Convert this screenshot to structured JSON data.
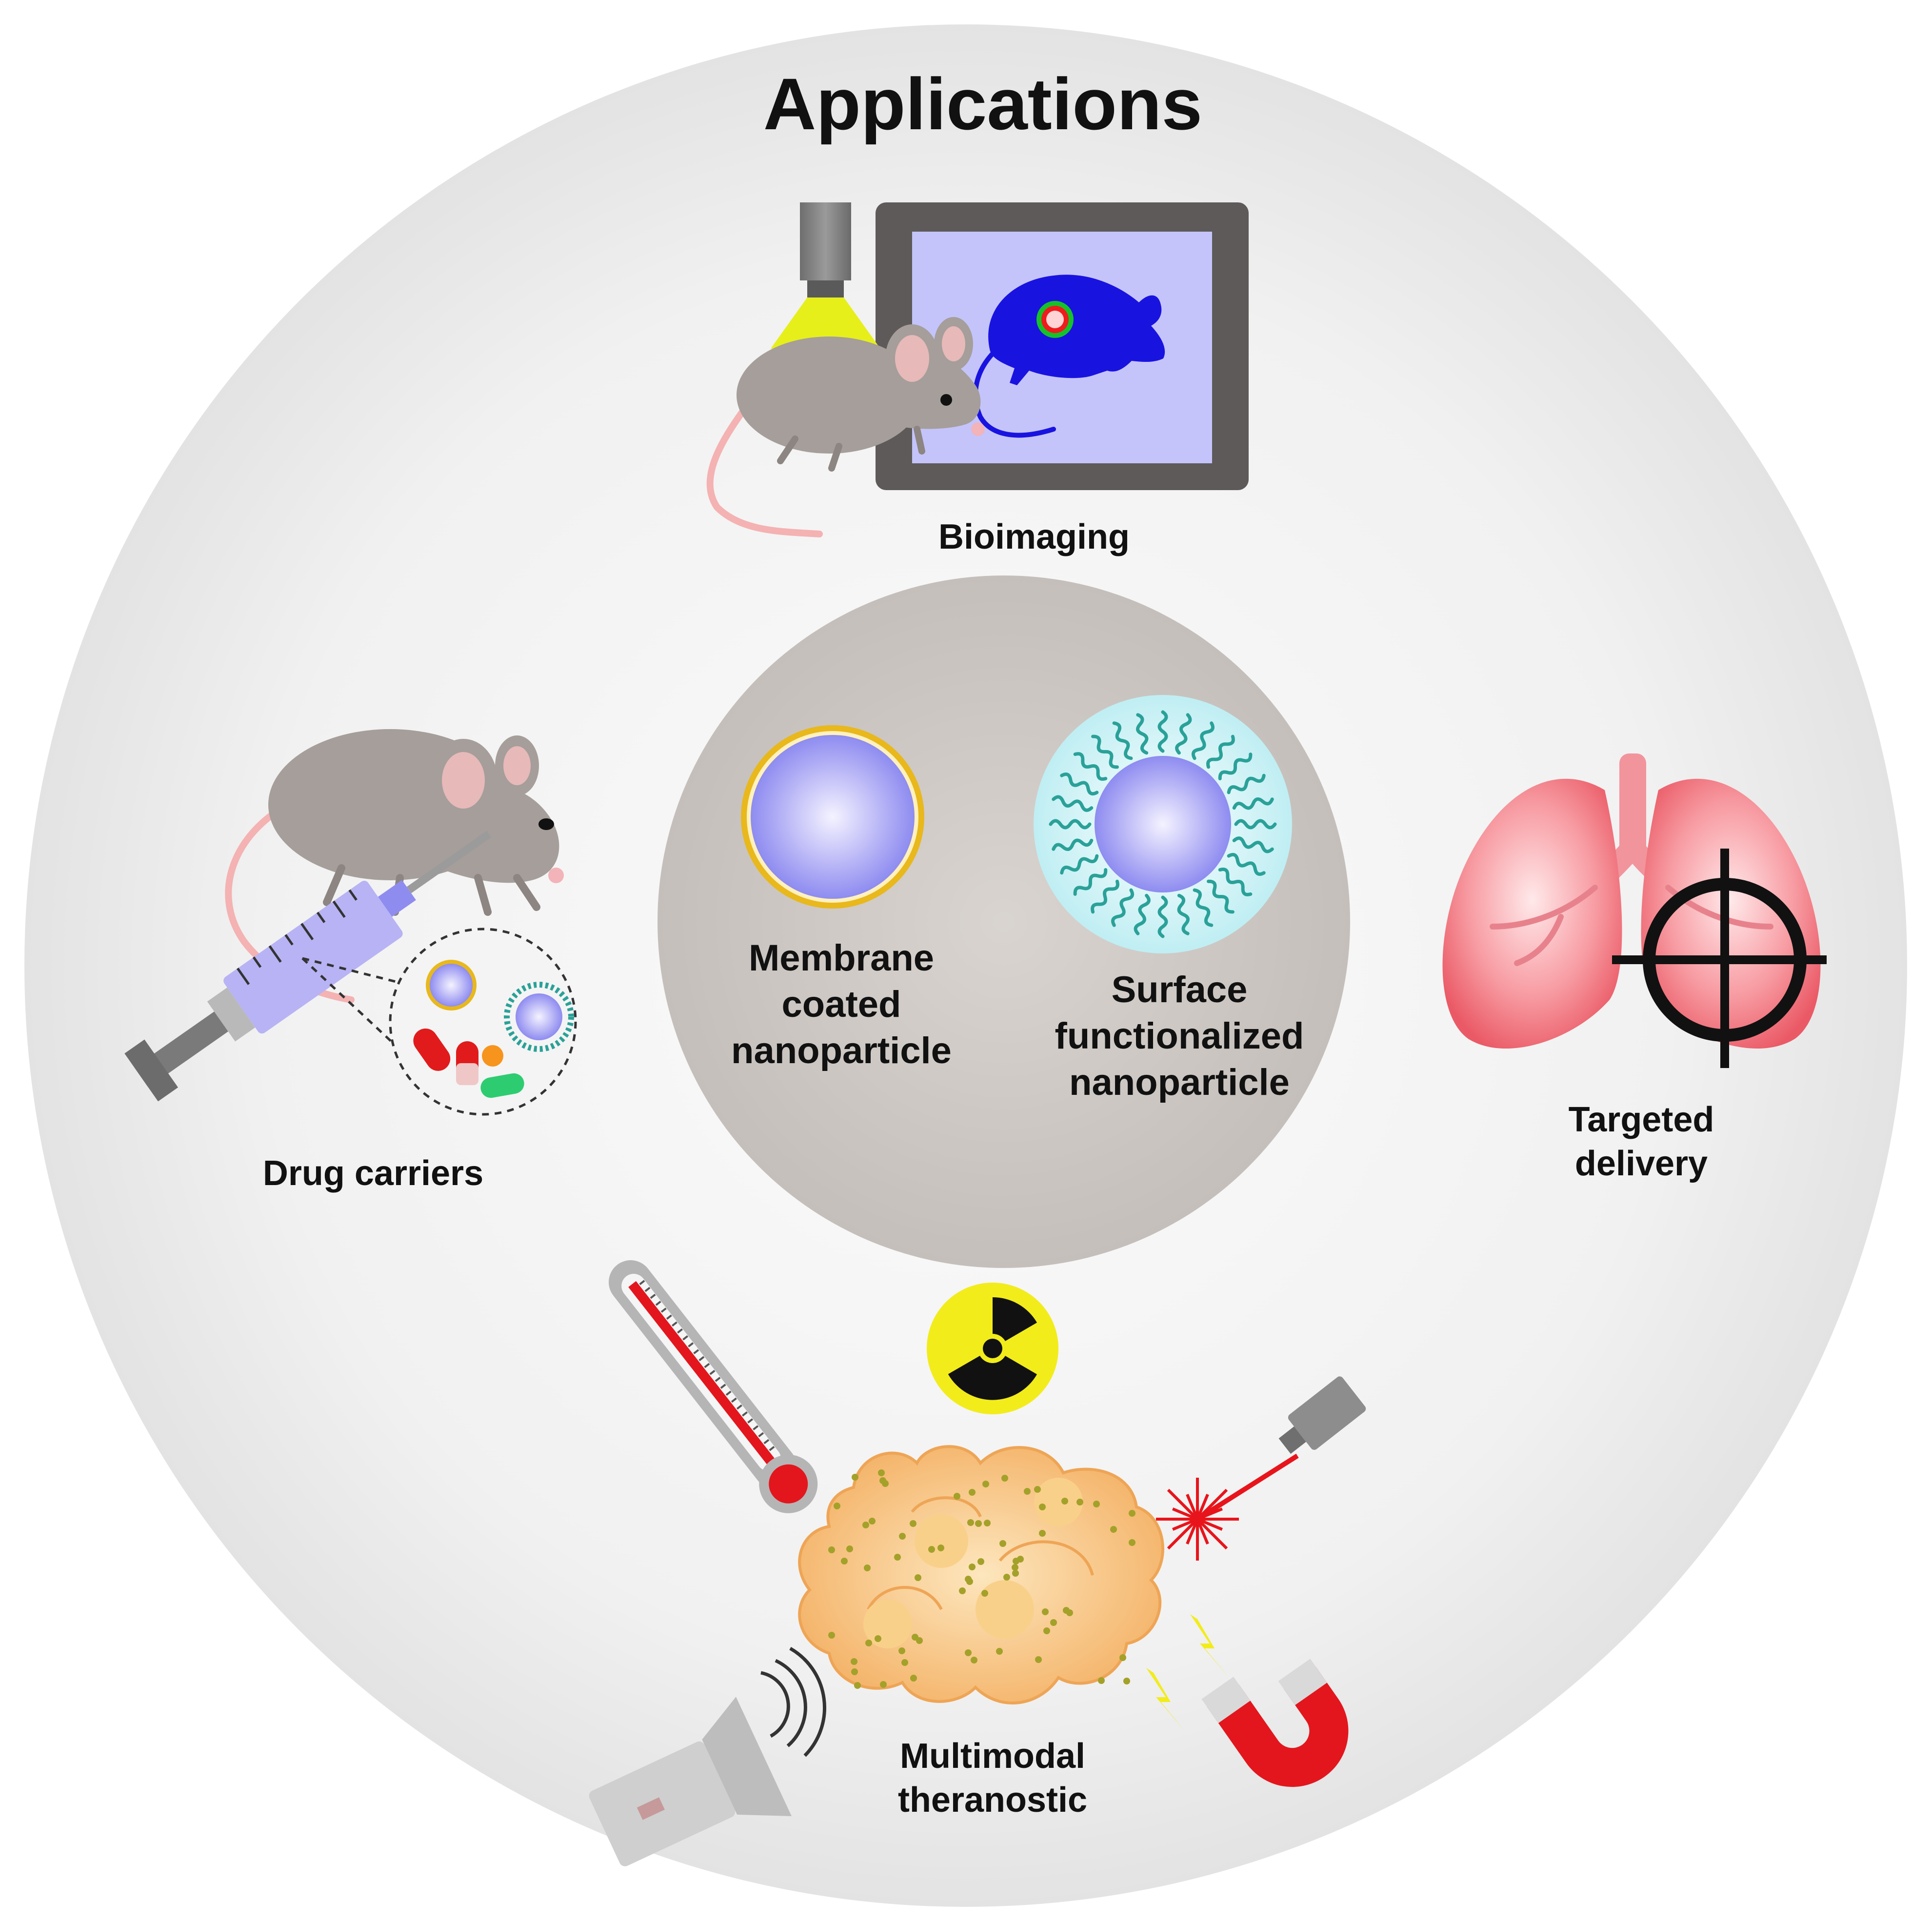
{
  "title": "Applications",
  "applications": {
    "bioimaging": "Bioimaging",
    "drug_carriers": "Drug carriers",
    "targeted_delivery": [
      "Targeted",
      "delivery"
    ],
    "multimodal": [
      "Multimodal",
      "theranostic"
    ]
  },
  "nanoparticles": {
    "membrane_coated": [
      "Membrane",
      "coated",
      "nanoparticle"
    ],
    "surface_functionalized": [
      "Surface",
      "functionalized",
      "nanoparticle"
    ]
  },
  "icons": [
    "microscope-icon",
    "mouse-icon",
    "monitor-icon",
    "syringe-icon",
    "lungs-icon",
    "crosshair-icon",
    "radiation-icon",
    "thermometer-icon",
    "laser-icon",
    "magnet-icon",
    "ultrasound-icon",
    "cancer-cells-icon"
  ],
  "colors": {
    "outer_circle": "#e9e9e9",
    "inner_circle": "#cbc6c2",
    "nanoparticle_core": "#a9a7f5",
    "membrane_ring": "#e8b81c",
    "ligand_halo": "#cdeff2",
    "ligand": "#2aa198",
    "mouse": "#a59e9a",
    "lungs": "#f07f88",
    "radiation": "#f2ec1b",
    "cells": "#f6c27e",
    "laser": "#e8141b",
    "magnet": "#e3161d"
  }
}
